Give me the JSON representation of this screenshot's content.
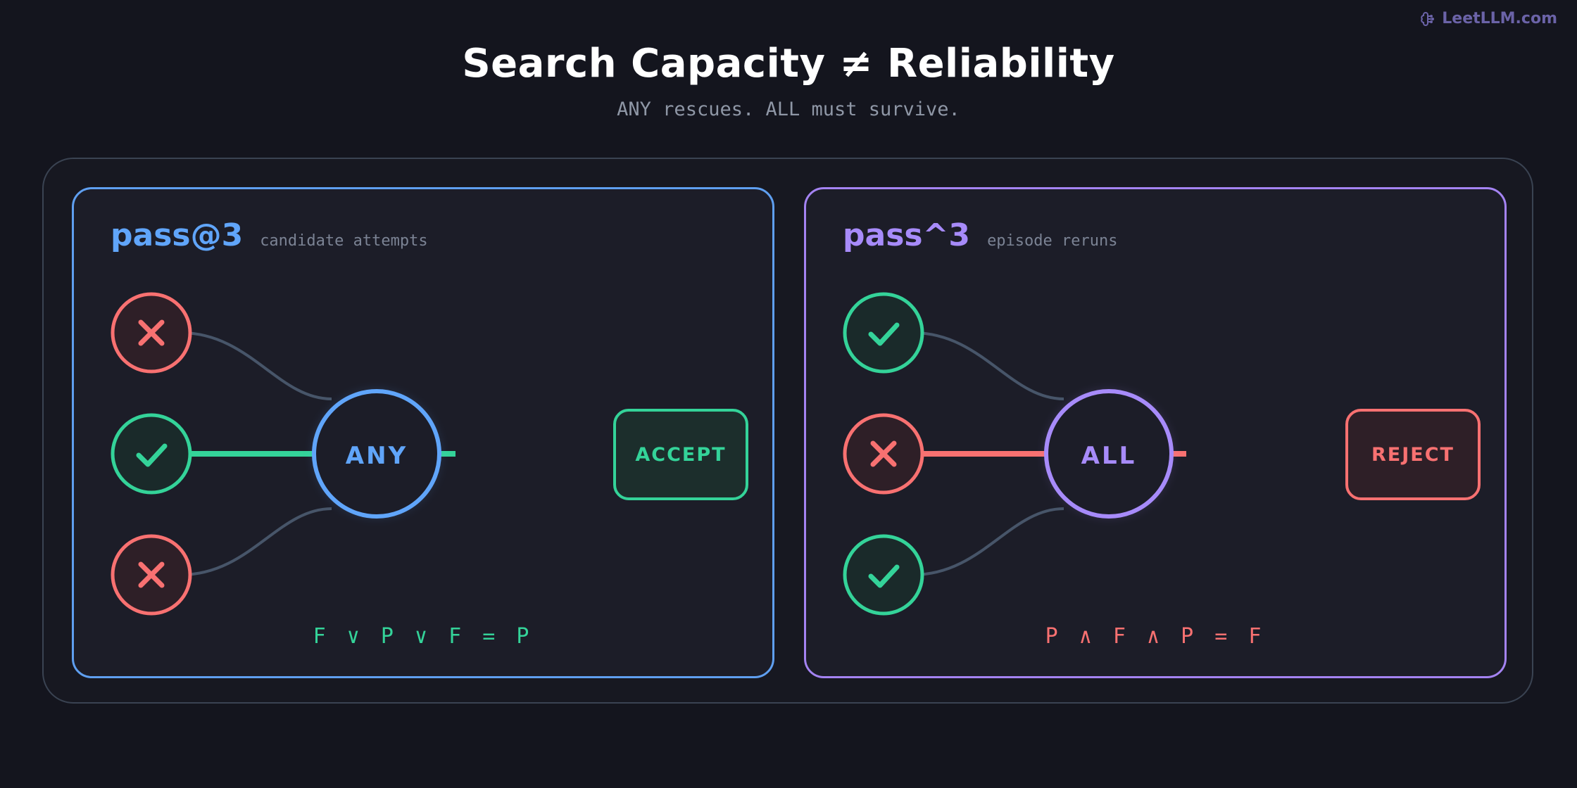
{
  "brand": {
    "text": "LeetLLM.com",
    "icon": "brain-icon"
  },
  "title": "Search Capacity ≠ Reliability",
  "subtitle": "ANY rescues. ALL must survive.",
  "colors": {
    "pass": "#34d399",
    "fail": "#f87171",
    "blue": "#60a5fa",
    "purple": "#a78bfa",
    "connector": "#475569"
  },
  "panels": [
    {
      "title": "pass@3",
      "subtitle": "candidate attempts",
      "inputs": [
        "fail",
        "pass",
        "fail"
      ],
      "gate": "ANY",
      "result": "ACCEPT",
      "formula": "F ∨ P ∨ F = P"
    },
    {
      "title": "pass^3",
      "subtitle": "episode reruns",
      "inputs": [
        "pass",
        "fail",
        "pass"
      ],
      "gate": "ALL",
      "result": "REJECT",
      "formula": "P ∧ F ∧ P = F"
    }
  ]
}
